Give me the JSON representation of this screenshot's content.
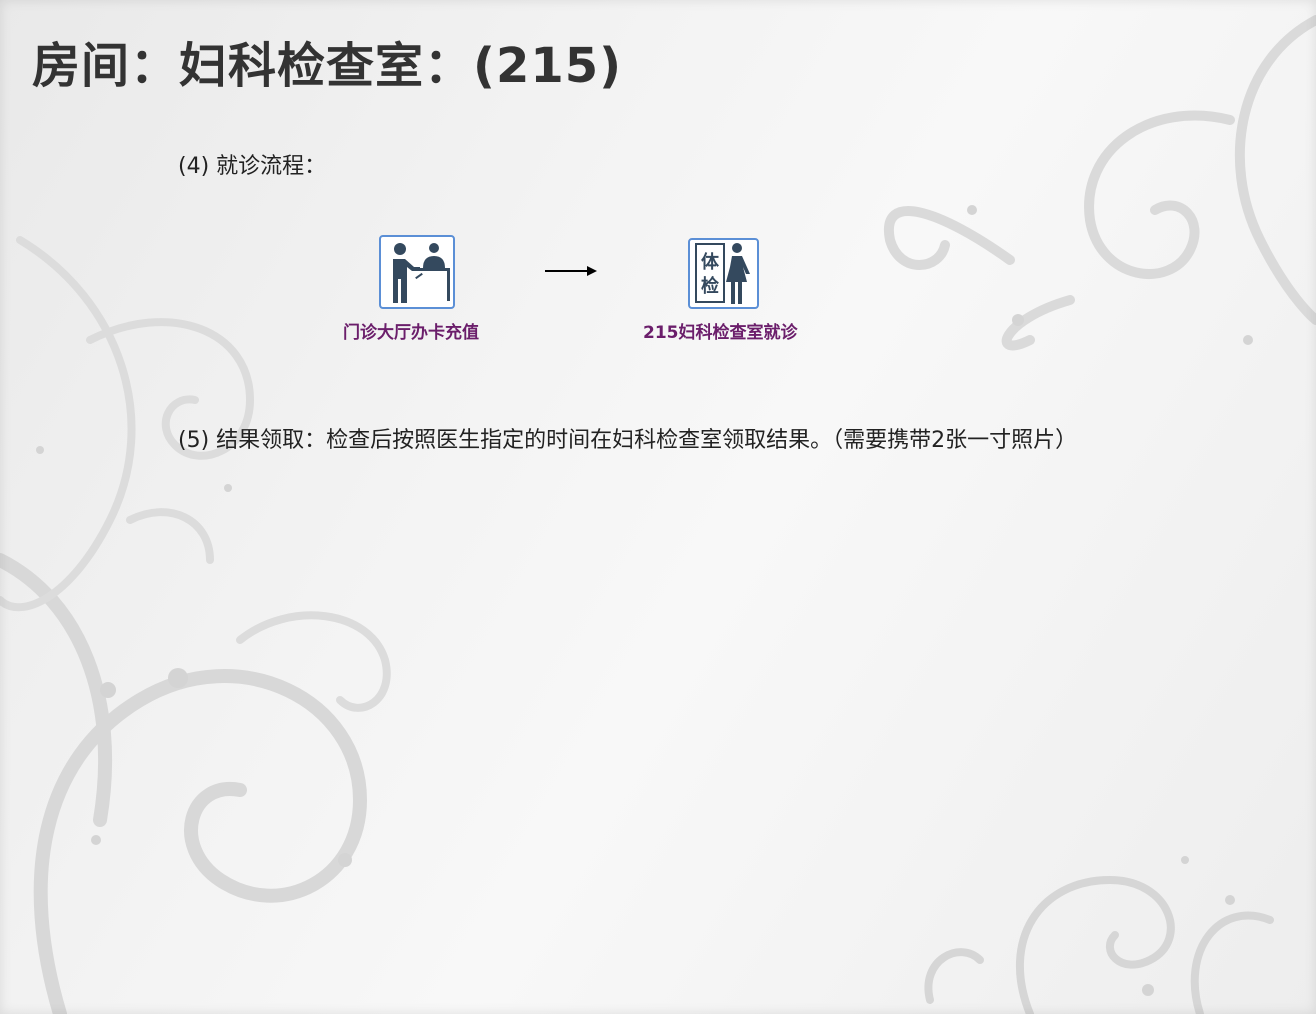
{
  "title": "房间：妇科检查室：(215)",
  "step4": {
    "text": "(4) 就诊流程："
  },
  "flow": {
    "steps": [
      {
        "label": "门诊大厅办卡充值",
        "icon": "reception-desk-icon"
      },
      {
        "label": "215妇科检查室就诊",
        "icon": "physical-exam-icon",
        "icon_text": [
          "体",
          "检"
        ]
      }
    ],
    "arrow_icon": "right-arrow-icon",
    "label_color": "#6b1e6b",
    "icon_color": "#34495e",
    "icon_border_color": "#5b8fd6"
  },
  "step5": {
    "text": "(5) 结果领取：检查后按照医生指定的时间在妇科检查室领取结果。（需要携带2张一寸照片）"
  }
}
